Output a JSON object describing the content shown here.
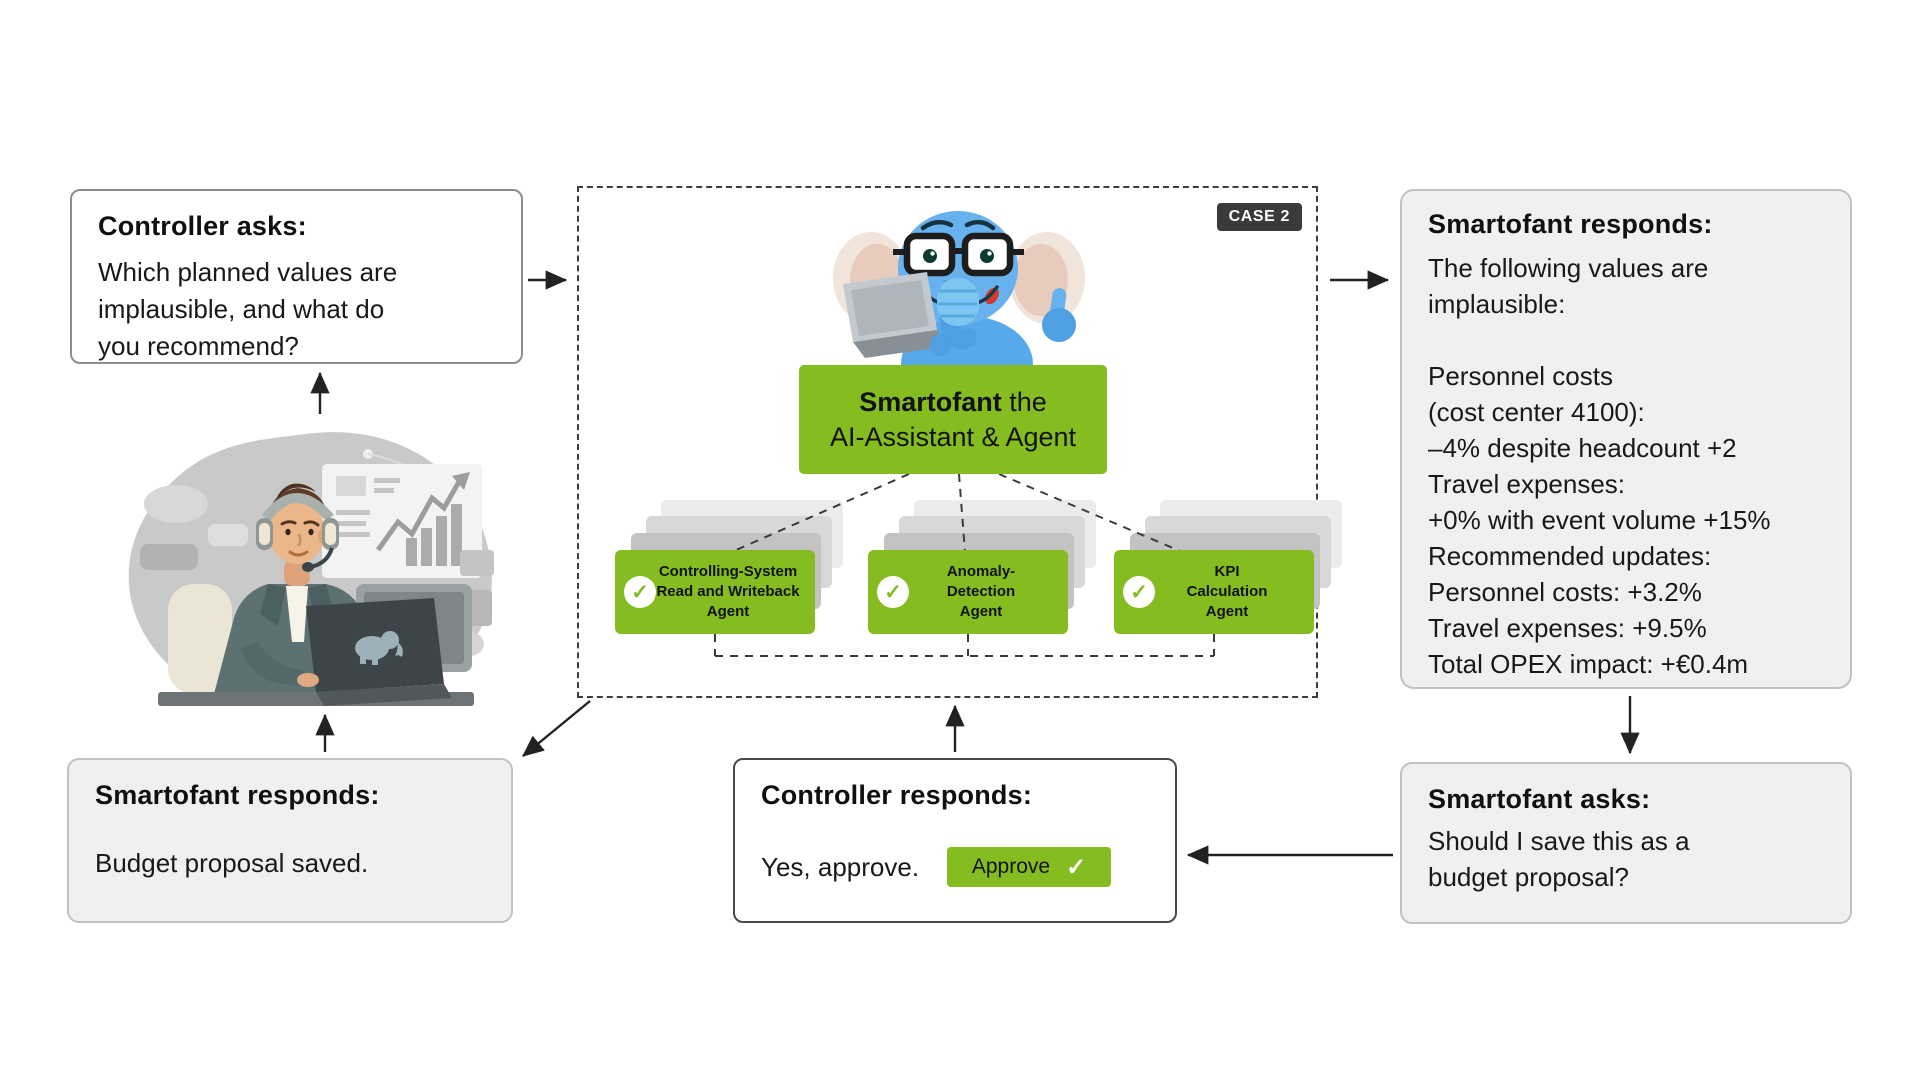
{
  "palette": {
    "green": "#85bc20",
    "panel_bg": "#f1f0ee",
    "dark_badge": "#3a3a3a"
  },
  "case_badge": "CASE 2",
  "check_glyph": "✓",
  "boxes": {
    "controller_asks": {
      "title": "Controller asks:",
      "body": "Which planned values are\nimplausible, and what do\nyou recommend?"
    },
    "smartofant_responds_main": {
      "title": "Smartofant responds:",
      "body": "The following values are\nimplausible:\n\nPersonnel costs\n(cost center 4100):\n–4% despite headcount +2\nTravel expenses:\n+0% with event volume +15%\nRecommended updates:\nPersonnel costs: +3.2%\nTravel expenses: +9.5%\nTotal OPEX impact: +€0.4m"
    },
    "smartofant_asks": {
      "title": "Smartofant asks:",
      "body": "Should I save this as a\nbudget proposal?"
    },
    "controller_responds": {
      "title": "Controller responds:",
      "body": "Yes, approve.",
      "approve_button": "Approve"
    },
    "smartofant_responds_saved": {
      "title": "Smartofant responds:",
      "body": "Budget proposal saved."
    }
  },
  "assistant": {
    "name_bold": "Smartofant",
    "name_rest": " the",
    "subtitle": "AI-Assistant & Agent",
    "agents": [
      {
        "label": "Controlling-System\nRead and Writeback\nAgent"
      },
      {
        "label": "Anomaly-\nDetection\nAgent"
      },
      {
        "label": "KPI\nCalculation\nAgent"
      }
    ]
  }
}
